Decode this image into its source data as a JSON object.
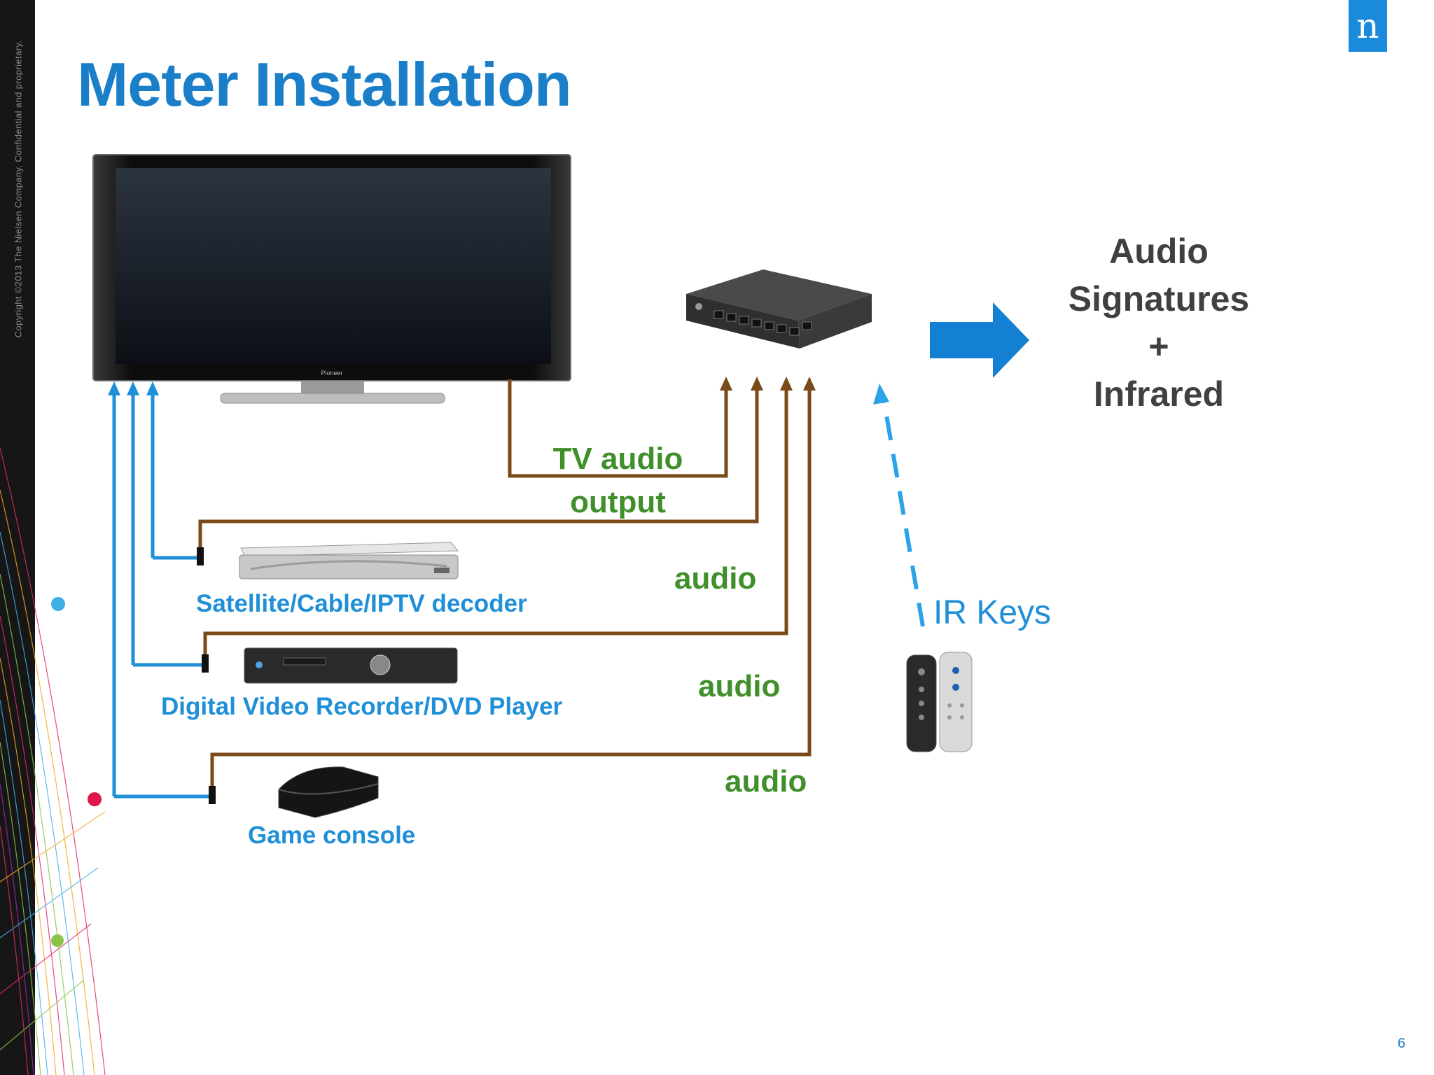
{
  "slide": {
    "title": "Meter Installation",
    "copyright": "Copyright ©2013 The Nielsen Company. Confidential and proprietary.",
    "logo": "n",
    "page_number": "6"
  },
  "diagram": {
    "devices": {
      "satellite": "Satellite/Cable/IPTV decoder",
      "dvr": "Digital Video Recorder/DVD Player",
      "console": "Game console"
    },
    "connections": {
      "tv_audio_line1": "TV audio",
      "tv_audio_line2": "output",
      "audio_satellite": "audio",
      "audio_dvr": "audio",
      "audio_console": "audio",
      "ir": "IR Keys"
    },
    "output": {
      "line1": "Audio",
      "line2": "Signatures",
      "line3": "+",
      "line4": "Infrared"
    }
  },
  "colors": {
    "title": "#1a7fc8",
    "video_line": "#1f8fd8",
    "audio_line": "#7a4a18",
    "label_green": "#3f8f2a",
    "ir_line": "#2aa3e8",
    "arrow": "#1480d4"
  }
}
